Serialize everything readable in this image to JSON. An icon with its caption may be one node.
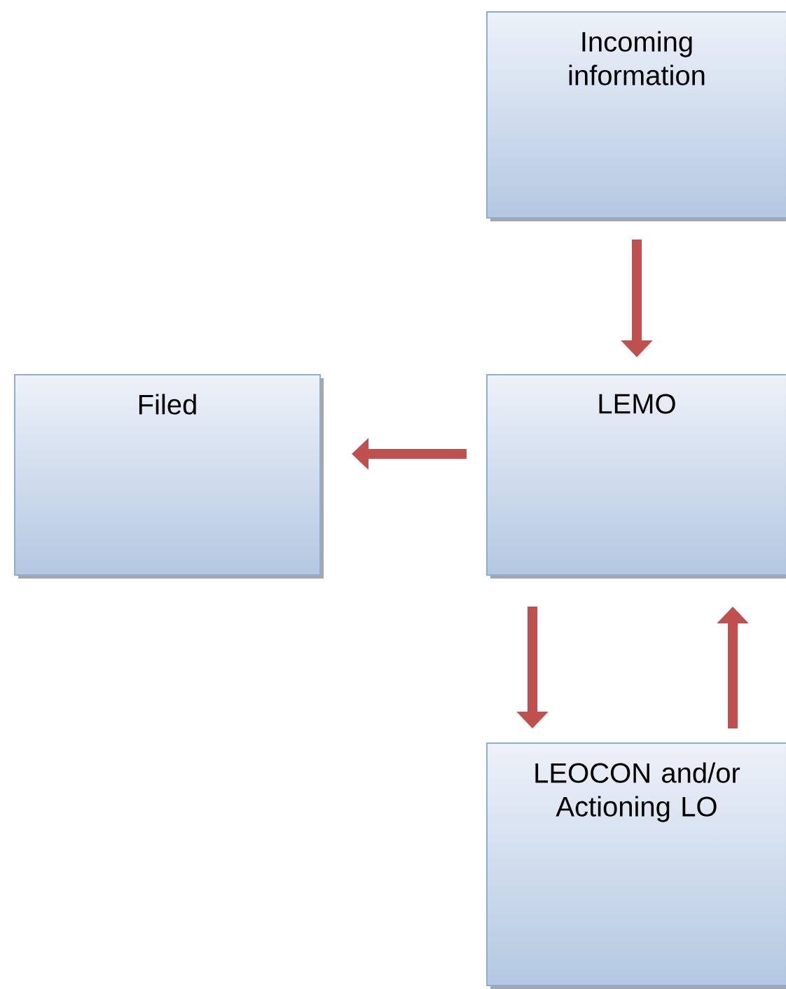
{
  "diagram": {
    "nodes": [
      {
        "text": [
          "Incoming information"
        ]
      },
      {
        "text": [
          "LEMO"
        ]
      },
      {
        "text": [
          "Filed"
        ]
      },
      {
        "text": [
          "LEOCON and/or Actioning LO"
        ]
      }
    ],
    "edges": [
      {
        "from": 0,
        "to": 1,
        "arrow": "to"
      },
      {
        "from": 1,
        "to": 2,
        "arrow": "to"
      },
      {
        "from": 1,
        "to": 3,
        "arrow": "to"
      },
      {
        "from": 3,
        "to": 1,
        "arrow": "to"
      }
    ]
  }
}
